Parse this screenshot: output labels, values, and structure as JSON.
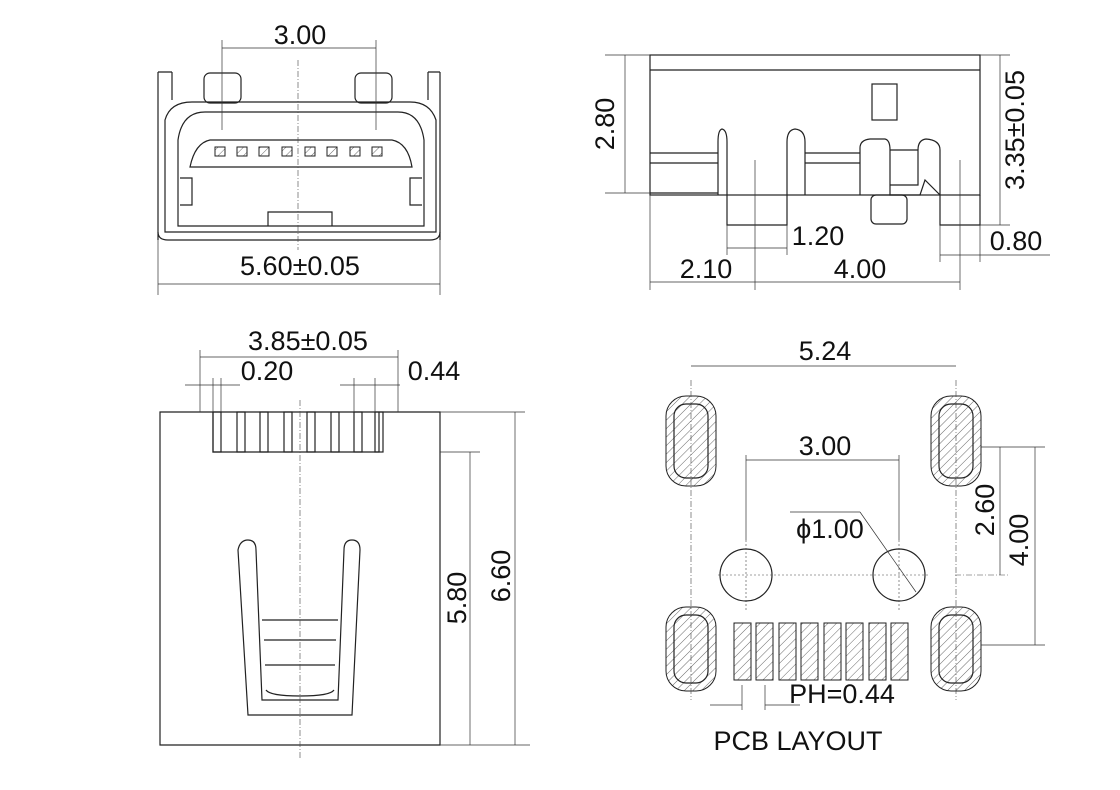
{
  "front_view": {
    "width_top": "3.00",
    "width_total": "5.60±0.05"
  },
  "side_view": {
    "height": "2.80",
    "total_height": "3.35±0.05",
    "leg_width": "1.20",
    "offset": "2.10",
    "leg_span": "4.00",
    "tab_width": "0.80"
  },
  "top_view": {
    "pin_span": "3.85±0.05",
    "pin_width": "0.20",
    "pin_pitch": "0.44",
    "length_inner": "5.80",
    "length_total": "6.60"
  },
  "pcb_layout": {
    "title": "PCB LAYOUT",
    "slot_span": "5.24",
    "hole_span": "3.00",
    "hole_diameter": "ϕ1.00",
    "slot_offset": "2.60",
    "slot_height": "4.00",
    "pitch": "PH=0.44"
  }
}
